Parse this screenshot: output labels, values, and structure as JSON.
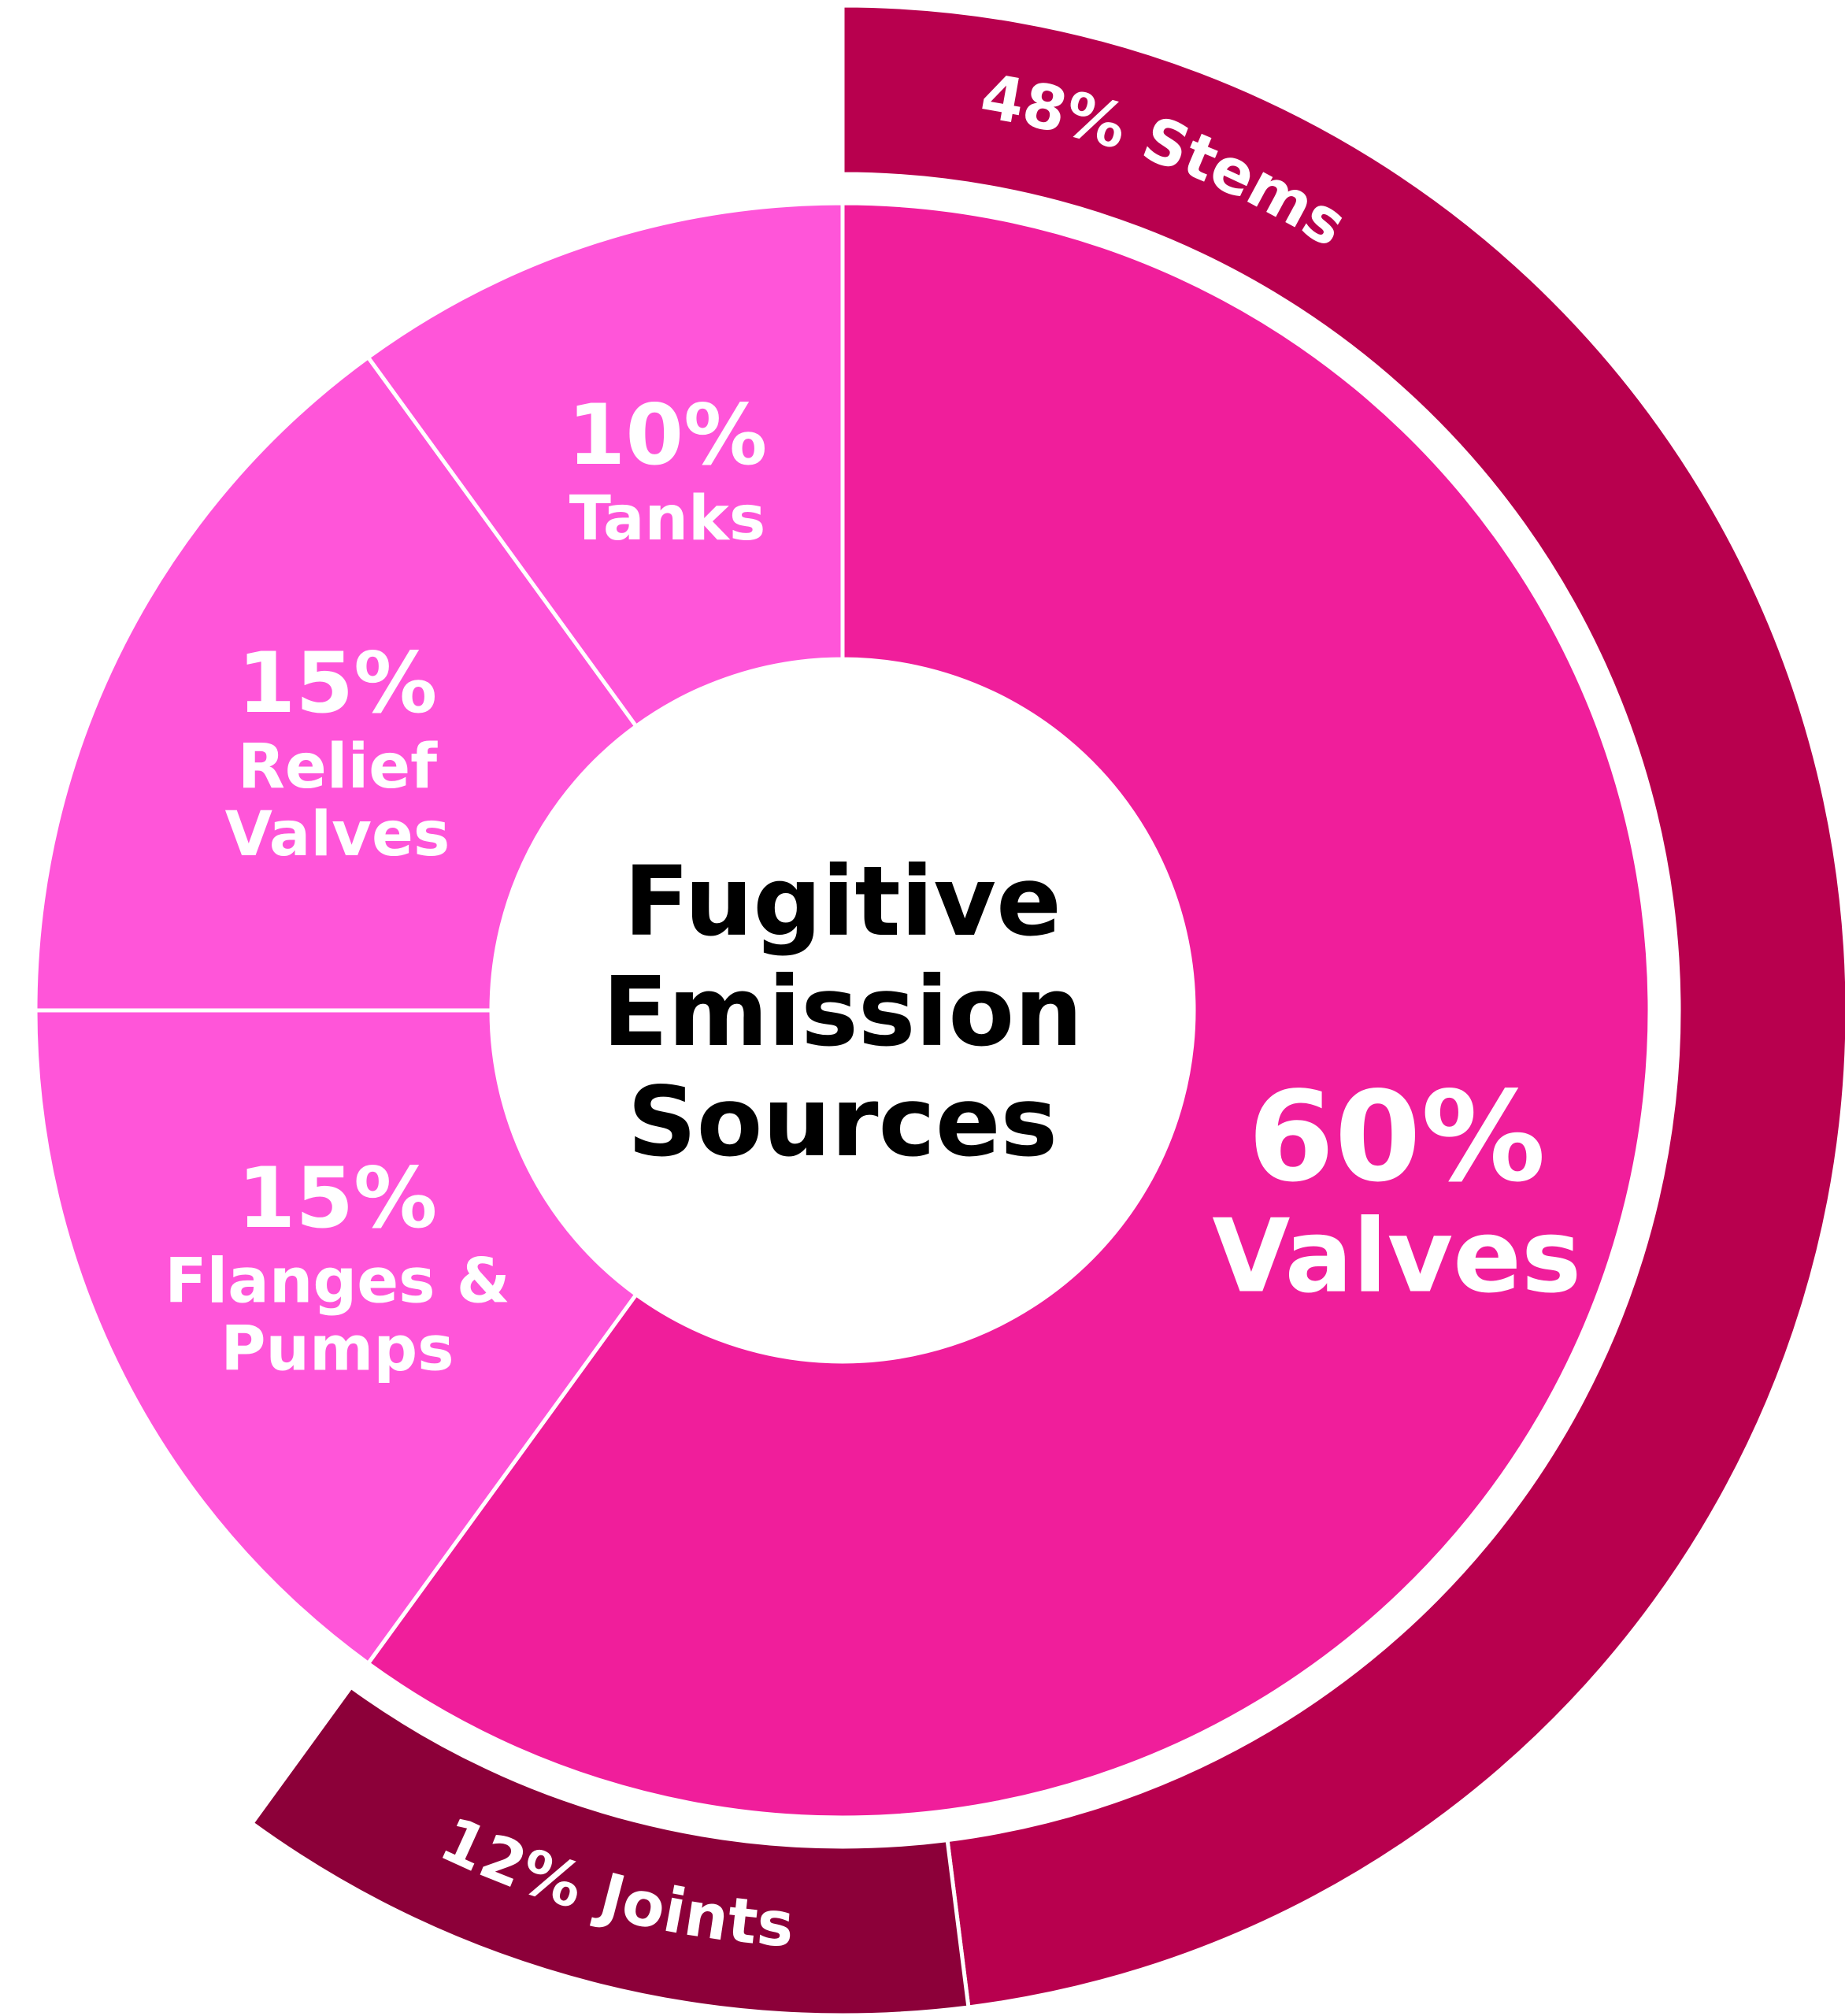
{
  "chart_data": {
    "type": "pie",
    "variant": "sunburst",
    "title": "Fugitive Emission Sources",
    "center_label": [
      "Fugitive",
      "Emission",
      "Sources"
    ],
    "colors": {
      "valves": "#f01e9b",
      "minor": "#ff55d9",
      "stems": "#b8004e",
      "joints": "#8c0039"
    },
    "inner": [
      {
        "name": "Valves",
        "value": 60,
        "percent_label": "60%",
        "label_lines": [
          "Valves"
        ],
        "color_key": "valves"
      },
      {
        "name": "Flanges & Pumps",
        "value": 15,
        "percent_label": "15%",
        "label_lines": [
          "Flanges &",
          "Pumps"
        ],
        "color_key": "minor"
      },
      {
        "name": "Relief Valves",
        "value": 15,
        "percent_label": "15%",
        "label_lines": [
          "Relief",
          "Valves"
        ],
        "color_key": "minor"
      },
      {
        "name": "Tanks",
        "value": 10,
        "percent_label": "10%",
        "label_lines": [
          "Tanks"
        ],
        "color_key": "minor"
      }
    ],
    "outer": [
      {
        "name": "Stems",
        "value": 48,
        "label": "48% Stems",
        "color_key": "stems"
      },
      {
        "name": "Joints",
        "value": 12,
        "label": "12% Joints",
        "color_key": "joints"
      }
    ]
  }
}
